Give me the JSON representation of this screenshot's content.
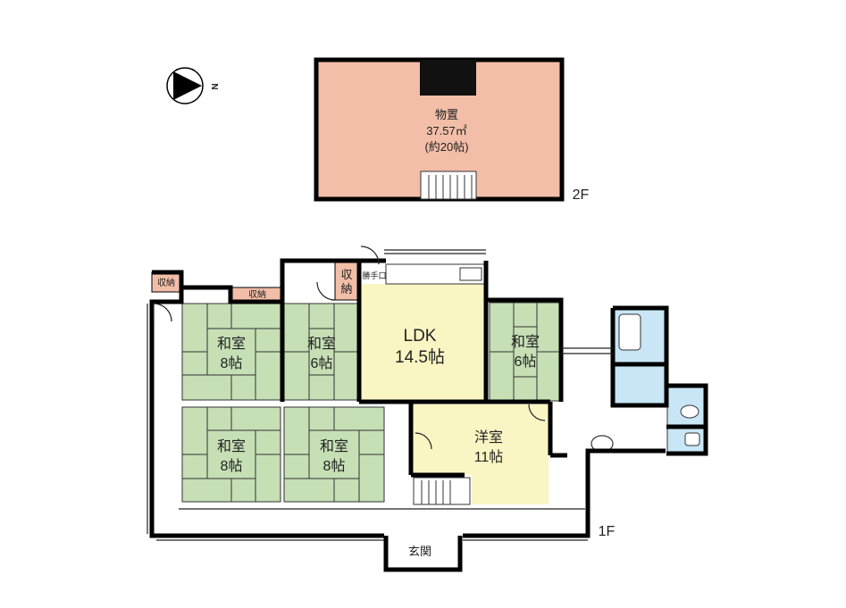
{
  "compass": {
    "label": "N"
  },
  "floor2": {
    "label": "2F",
    "room": {
      "name": "物置",
      "area": "37.57㎡",
      "tatami": "(約20帖)"
    }
  },
  "floor1": {
    "label": "1F",
    "rooms": {
      "washitsu_a": {
        "name": "和室",
        "size": "8帖"
      },
      "washitsu_b": {
        "name": "和室",
        "size": "6帖"
      },
      "washitsu_c": {
        "name": "和室",
        "size": "8帖"
      },
      "washitsu_d": {
        "name": "和室",
        "size": "8帖"
      },
      "washitsu_e": {
        "name": "和室",
        "size": "6帖"
      },
      "ldk": {
        "name": "LDK",
        "size": "14.5帖"
      },
      "yoshitsu": {
        "name": "洋室",
        "size": "11帖"
      }
    },
    "storage_left": "収納",
    "storage_mid": "収納",
    "storage_top": [
      "収",
      "納"
    ],
    "katteguchi": "勝手口",
    "entrance": "玄関"
  },
  "colors": {
    "storage": "#f2bea8",
    "tatami": "#c6dfb5",
    "ldk": "#faf6c4",
    "wet": "#c8e6f5"
  }
}
